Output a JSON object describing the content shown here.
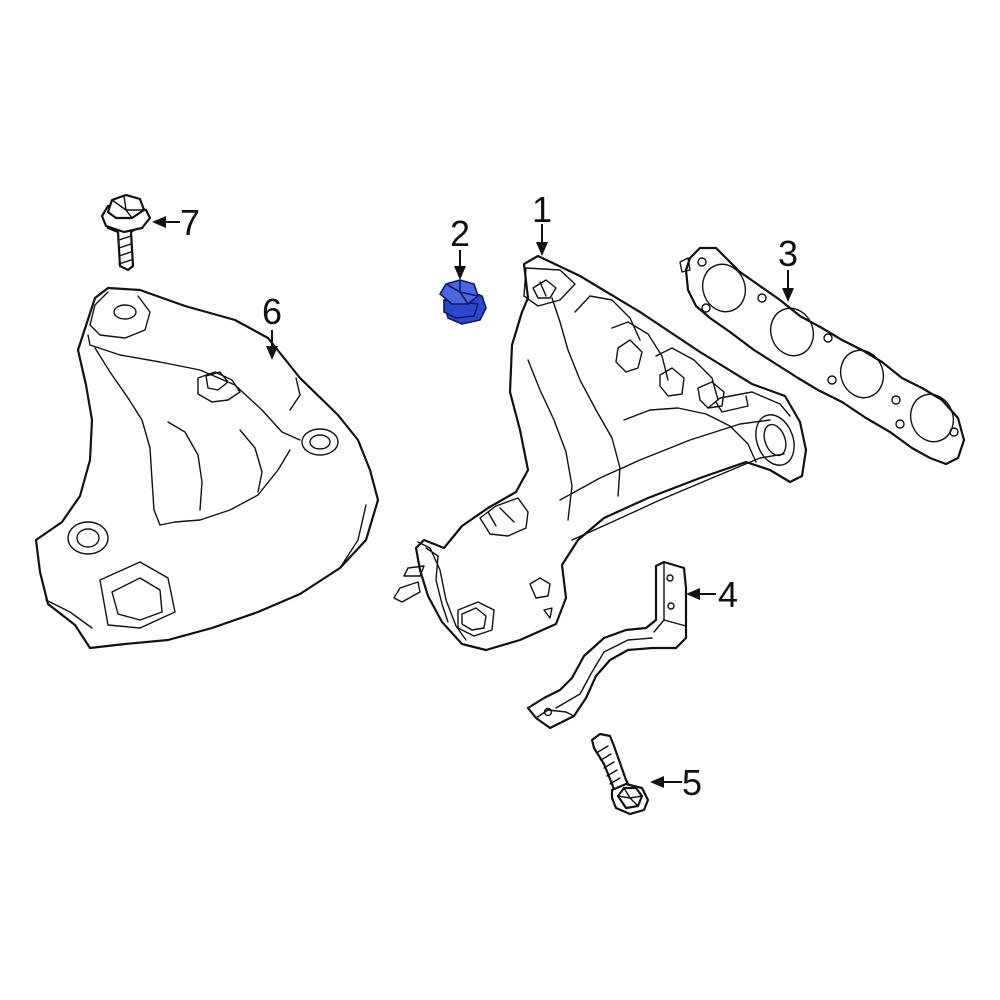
{
  "colors": {
    "line": "#111111",
    "background": "#ffffff",
    "highlight_fill": "#2c47cc",
    "highlight_light": "#4a67e0",
    "highlight_stroke": "#0a1a66"
  },
  "callouts": [
    {
      "id": "1",
      "label": "1",
      "part": "exhaust-manifold"
    },
    {
      "id": "2",
      "label": "2",
      "part": "flange-nut",
      "highlighted": true
    },
    {
      "id": "3",
      "label": "3",
      "part": "manifold-gasket"
    },
    {
      "id": "4",
      "label": "4",
      "part": "support-bracket"
    },
    {
      "id": "5",
      "label": "5",
      "part": "bracket-bolt"
    },
    {
      "id": "6",
      "label": "6",
      "part": "heat-shield"
    },
    {
      "id": "7",
      "label": "7",
      "part": "heat-shield-bolt"
    }
  ]
}
